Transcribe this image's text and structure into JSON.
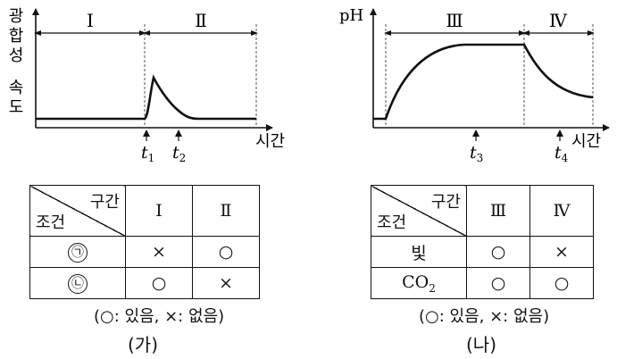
{
  "graph_a": {
    "y_label": [
      "광",
      "합",
      "성",
      "속",
      "도"
    ],
    "x_label": "시간",
    "sections": [
      "Ⅰ",
      "Ⅱ"
    ],
    "t1": {
      "base": "t",
      "sub": "1"
    },
    "t2": {
      "base": "t",
      "sub": "2"
    }
  },
  "graph_b": {
    "y_label": "pH",
    "x_label": "시간",
    "sections": [
      "Ⅲ",
      "Ⅳ"
    ],
    "t3": {
      "base": "t",
      "sub": "3"
    },
    "t4": {
      "base": "t",
      "sub": "4"
    }
  },
  "table_a": {
    "col_header": "구간",
    "row_header": "조건",
    "columns": [
      "Ⅰ",
      "Ⅱ"
    ],
    "rows": [
      {
        "label": "㉠",
        "values": [
          "×",
          "○"
        ]
      },
      {
        "label": "㉡",
        "values": [
          "○",
          "×"
        ]
      }
    ]
  },
  "table_b": {
    "col_header": "구간",
    "row_header": "조건",
    "columns": [
      "Ⅲ",
      "Ⅳ"
    ],
    "rows": [
      {
        "label": "빛",
        "values": [
          "○",
          "×"
        ]
      },
      {
        "label_base": "CO",
        "label_sub": "2",
        "values": [
          "○",
          "○"
        ]
      }
    ]
  },
  "legend_a": "(○: 있음, ×: 없음)",
  "legend_b": "(○: 있음, ×: 없음)",
  "caption_a": "(가)",
  "caption_b": "(나)"
}
